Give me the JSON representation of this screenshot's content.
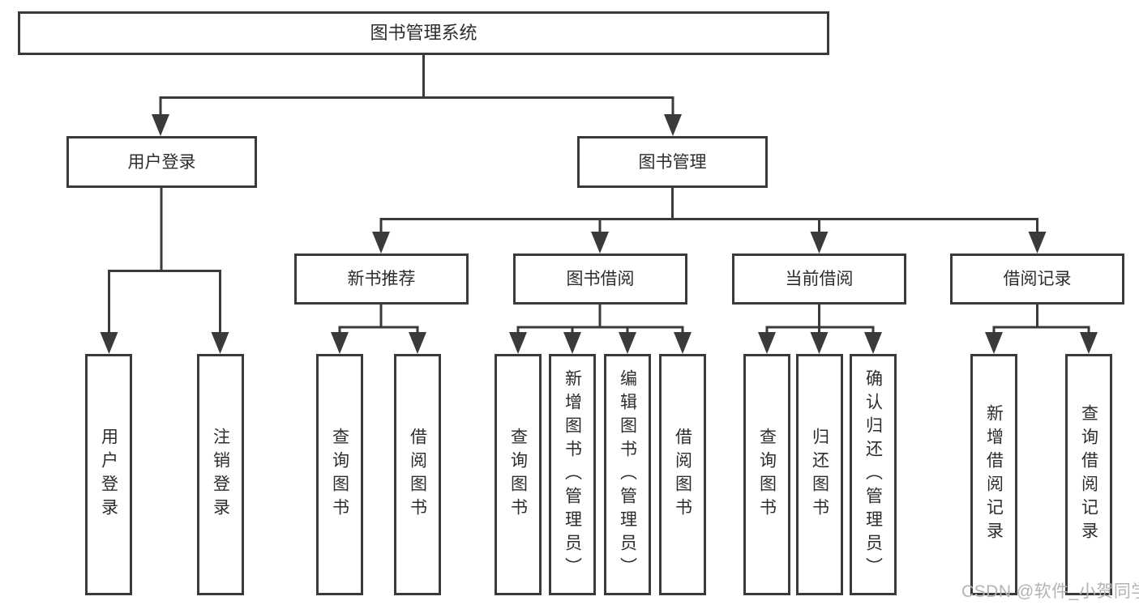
{
  "diagram": {
    "type": "hierarchy-tree",
    "colors": {
      "line": "#3a3a3a",
      "box_border": "#3a3a3a",
      "box_fill": "#ffffff",
      "text": "#2d2d2d",
      "watermark": "#b3b3b3",
      "background": "#ffffff"
    }
  },
  "tree": {
    "label": "图书管理系统",
    "children": [
      {
        "label": "用户登录",
        "children": [
          {
            "label": "用户登录"
          },
          {
            "label": "注销登录"
          }
        ]
      },
      {
        "label": "图书管理",
        "children": [
          {
            "label": "新书推荐",
            "children": [
              {
                "label": "查询图书"
              },
              {
                "label": "借阅图书"
              }
            ]
          },
          {
            "label": "图书借阅",
            "children": [
              {
                "label": "查询图书"
              },
              {
                "label": "新增图书（管理员）"
              },
              {
                "label": "编辑图书（管理员）"
              },
              {
                "label": "借阅图书"
              }
            ]
          },
          {
            "label": "当前借阅",
            "children": [
              {
                "label": "查询图书"
              },
              {
                "label": "归还图书"
              },
              {
                "label": "确认归还（管理员）"
              }
            ]
          },
          {
            "label": "借阅记录",
            "children": [
              {
                "label": "新增借阅记录"
              },
              {
                "label": "查询借阅记录"
              }
            ]
          }
        ]
      }
    ]
  },
  "watermark": "CSDN @软件_小贺同学"
}
